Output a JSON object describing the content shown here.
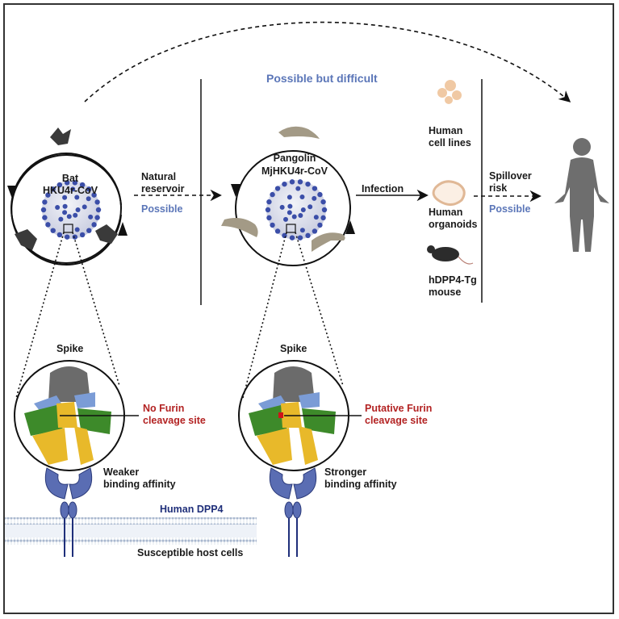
{
  "title_arc_label": "Possible but difficult",
  "reservoirs": [
    {
      "host": "Bat",
      "virus": "HKU4r-CoV"
    },
    {
      "host": "Pangolin",
      "virus": "MjHKU4r-CoV"
    }
  ],
  "transitions": {
    "natural_reservoir": {
      "label": "Natural\nreservoir",
      "status": "Possible"
    },
    "infection": {
      "label": "Infection"
    },
    "spillover": {
      "label": "Spillover\nrisk",
      "status": "Possible"
    }
  },
  "models": [
    {
      "label": "Human\ncell lines"
    },
    {
      "label": "Human\norganoids"
    },
    {
      "label": "hDPP4-Tg\nmouse"
    }
  ],
  "spikes": [
    {
      "title": "Spike",
      "furin": "No Furin\ncleavage site",
      "affinity": "Weaker\nbinding affinity"
    },
    {
      "title": "Spike",
      "furin": "Putative Furin\ncleavage site",
      "affinity": "Stronger\nbinding affinity"
    }
  ],
  "receptor_label": "Human DPP4",
  "membrane_label": "Susceptible host cells",
  "colors": {
    "status_blue": "#5b76b8",
    "furin_red": "#b32323",
    "receptor_navy": "#1f2f7a",
    "receptor_fill": "#5a6db3"
  }
}
